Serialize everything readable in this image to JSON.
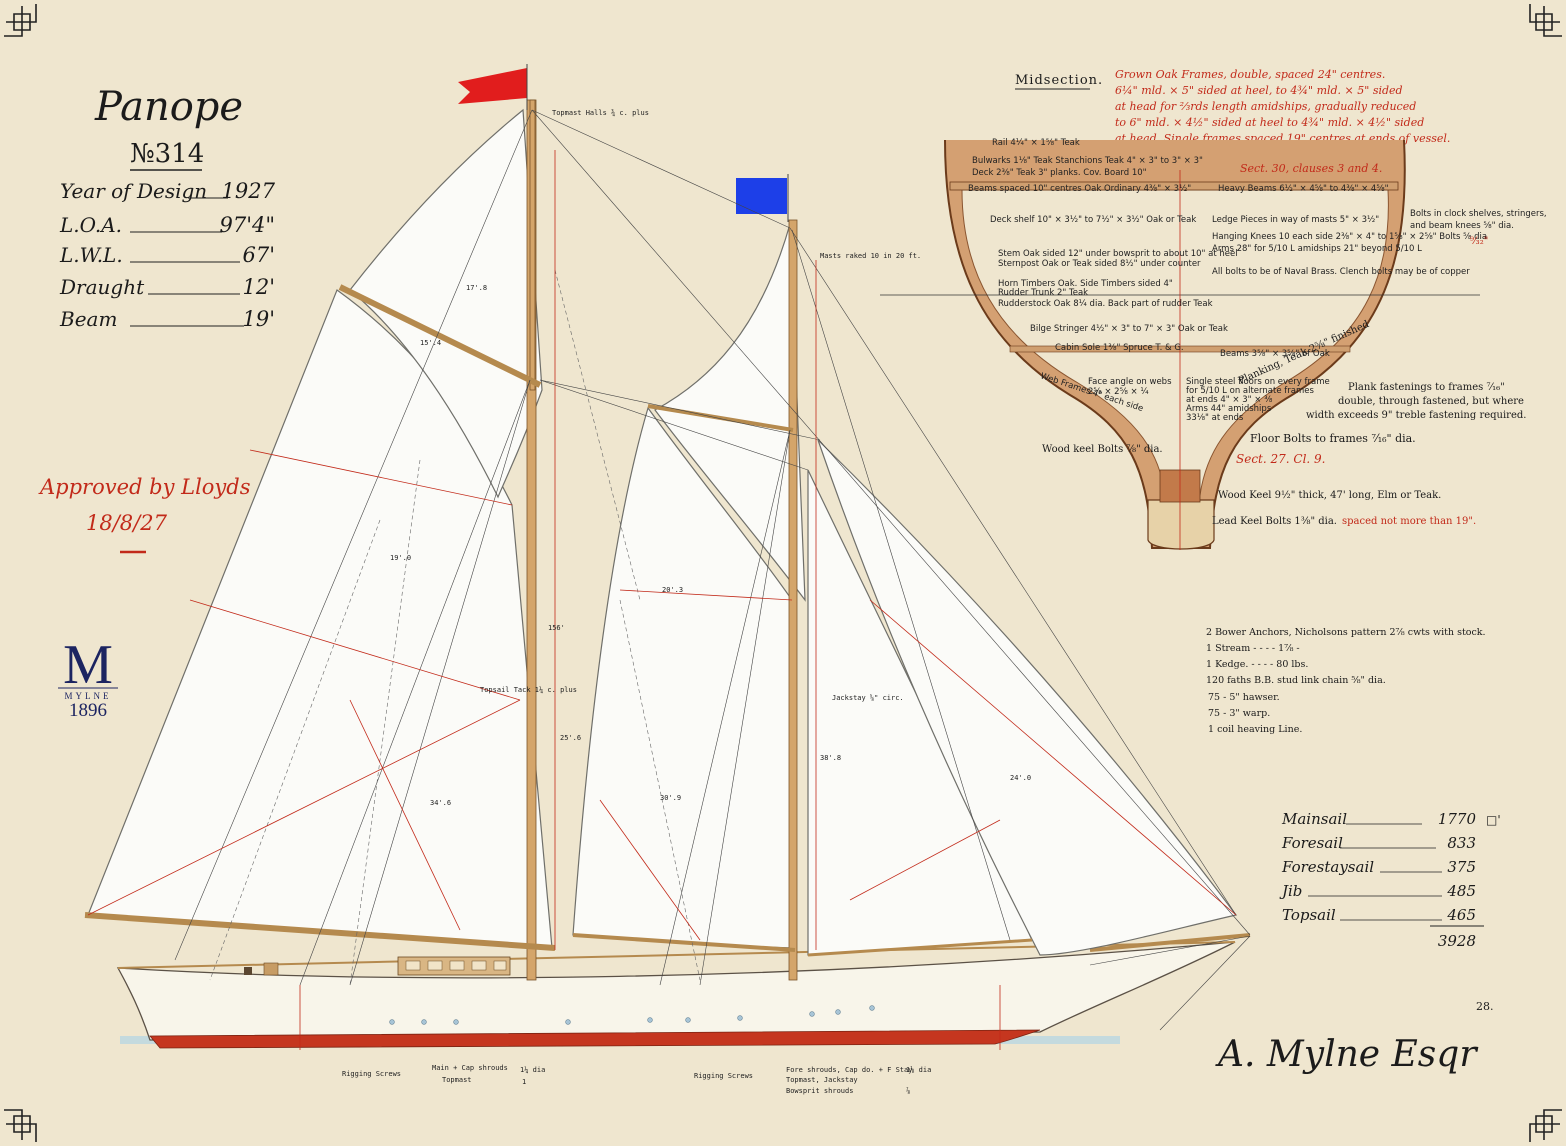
{
  "title": {
    "name": "Panope",
    "number": "№314",
    "rows": [
      {
        "label": "Year of Design",
        "value": "1927"
      },
      {
        "label": "L.O.A.",
        "value": "97'4\""
      },
      {
        "label": "L.W.L.",
        "value": "67'"
      },
      {
        "label": "Draught",
        "value": "12'"
      },
      {
        "label": "Beam",
        "value": "19'"
      }
    ]
  },
  "approval": {
    "line1": "Approved by Lloyds",
    "line2": "18/8/27"
  },
  "logo": {
    "letter": "M",
    "name": "MYLNE",
    "year": "1896"
  },
  "signature": "A. Mylne Esqr",
  "sheet_number": "28.",
  "midsection": {
    "heading": "Midsection.",
    "red_notes": [
      "Grown Oak Frames, double, spaced 24\" centres.",
      "6¼\" mld. × 5\" sided at heel, to 4¾\" mld. × 5\" sided",
      "at head for ⅔rds length amidships, gradually reduced",
      "to 6\" mld. × 4½\" sided at heel to 4¾\" mld. × 4½\" sided",
      "at head. Single frames spaced 19\" centres at ends of vessel."
    ],
    "left_notes": [
      "Rail 4¼\" × 1⅝\" Teak",
      "Bulwarks 1⅛\" Teak  Stanchions Teak 4\" × 3\" to 3\" × 3\"",
      "Deck 2⅜\" Teak 3\" planks. Cov. Board 10\"",
      "Deck shelf 10\" × 3½\" to 7½\" × 3½\" Oak or Teak",
      "Stem Oak sided 12\" under bowsprit to about 10\" at heel",
      "Sternpost Oak or Teak sided 8½\" under counter",
      "Horn Timbers Oak. Side Timbers sided 4\"",
      "Rudder Trunk 2\" Teak",
      "Rudderstock Oak 8¼ dia. Back part of rudder Teak",
      "Bilge Stringer 4½\" × 3\" to 7\" × 3\" Oak or Teak",
      "Cabin Sole 1⅜\" Spruce T. & G."
    ],
    "right_notes": [
      "Ledge Pieces in way of masts 5\" × 3½\"",
      "Hanging Knees 10 each side 2⅜\" × 4\" to 1⅝\" × 2⅝\" Bolts ⅝ dia",
      "Arms 28\" for 5/10 L amidships 21\" beyond 5/10 L",
      "All bolts to be of Naval Brass. Clench bolts may be of copper"
    ],
    "red_sect": "Sect. 30, clauses 3 and 4.",
    "bolts_note": [
      "Bolts in clock shelves, stringers,",
      "and beam knees ⅝\" dia."
    ],
    "bolts_red": "⁹⁄₃₂\"",
    "beam_top": "Heavy Beams 6½\" × 4⅝\" to 4⅜\" × 4⅝\"",
    "beam_left": "Beams spaced 10\" centres Oak Ordinary 4⅜\" × 3½\"",
    "beams_bottom": "Beams 3⅝\" × 3⅝\" of Oak",
    "floor_note_1": [
      "Face angle on webs",
      "2⅝ × 2⅝ × ¼"
    ],
    "floor_note_2": [
      "Single steel floors on every frame",
      "for 5/10 L on alternate frames",
      "at ends 4\" × 3\" × ⅜",
      "Arms 44\" amidships",
      "33⅛\" at ends"
    ],
    "web_frames": "Web Frames 4\" each side",
    "planking": "Planking, Teak 2⅝\" finished",
    "plank_fast": [
      "Plank fastenings to frames ⁷⁄₁₆\"",
      "double, through fastened, but where",
      "width exceeds 9\" treble fastening required."
    ],
    "floor_bolts": "Floor Bolts to frames ⁷⁄₁₆\" dia.",
    "sect27": "Sect. 27. Cl. 9.",
    "wood_keel_bolts": "Wood keel Bolts ⅞\" dia.",
    "wood_keel": "Wood Keel 9½\" thick, 47' long, Elm or Teak.",
    "lead_keel": "Lead Keel Bolts 1⅜\" dia.",
    "lead_keel_red": "spaced not more than 19\"."
  },
  "anchors": {
    "lines": [
      "2 Bower Anchors, Nicholsons pattern 2⅞ cwts with stock.",
      "1 Stream    -    -    -    -    1⅞    -",
      "1 Kedge.    -    -    -    -    80 lbs.",
      "120 faths B.B. stud link chain ⅝\" dia.",
      "75   -   5\" hawser.",
      "75   -   3\" warp.",
      "1 coil heaving Line."
    ]
  },
  "sail_areas": {
    "rows": [
      {
        "name": "Mainsail",
        "value": "1770"
      },
      {
        "name": "Foresail",
        "value": "833"
      },
      {
        "name": "Forestaysail",
        "value": "375"
      },
      {
        "name": "Jib",
        "value": "485"
      },
      {
        "name": "Topsail",
        "value": "465"
      }
    ],
    "unit": "□'",
    "total": "3928"
  },
  "mast_note": "Masts raked 10 in 20 ft.",
  "bottom_notes": {
    "rigging_screws_1": "Rigging Screws",
    "main_shrouds": "Main + Cap shrouds",
    "main_shrouds_val": "1¼ dia",
    "topmast": "Topmast",
    "topmast_val": "1",
    "rigging_screws_2": "Rigging Screws",
    "fore_shrouds": "Fore shrouds, Cap do. + F Stay",
    "fore_val": "1⅛ dia",
    "topmast2": "Topmast, Jackstay",
    "bowsprit": "Bowsprit shrouds",
    "bowsprit_val": "⅞"
  },
  "rig_labels": {
    "truck": "Topmast Halls ¾ c. plus",
    "topsail_tack": "Topsail Tack 1¼ c. plus",
    "jackstay": "Jackstay ⅝\" circ.",
    "ratios": [
      "17'.8",
      "15'.4",
      "19'.0",
      "34'.6",
      "20'.3",
      "30'.9",
      "24'.0",
      "25'.6",
      "38'.8",
      "156'"
    ]
  },
  "colors": {
    "paper": "#efe6cf",
    "ink": "#1b1b1b",
    "red_ink": "#c22a1a",
    "main_flag": "#e11d1d",
    "fore_flag": "#1d3fe8",
    "spar": "#d4a56a",
    "hull": "#f8f5ea",
    "boot": "#c5361f",
    "water": "#bcd7e1",
    "logo": "#1c2461"
  }
}
